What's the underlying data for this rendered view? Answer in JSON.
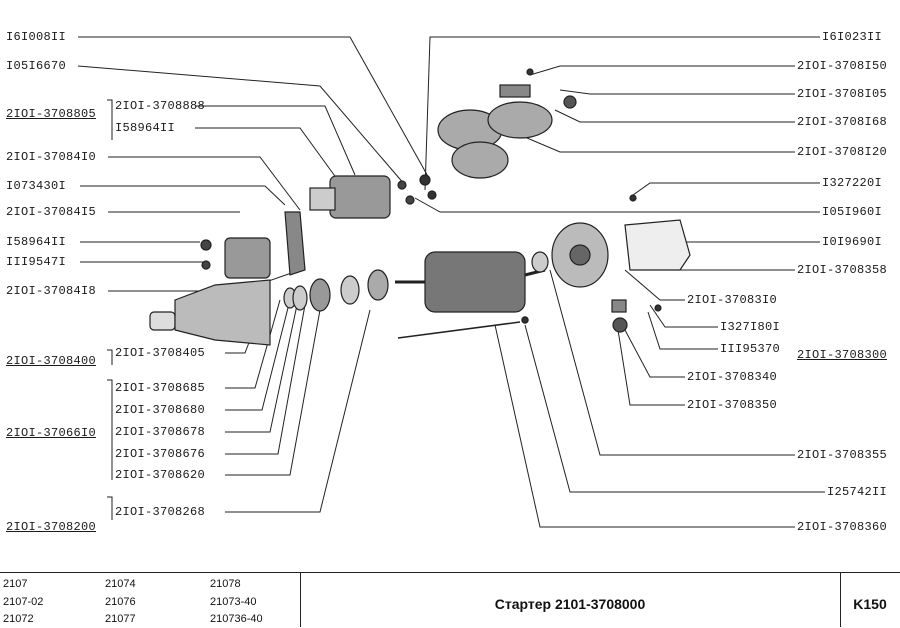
{
  "labels_left": {
    "p161008": "I6I008II",
    "p105166": "I05I6670",
    "p2101_3708805": "2IOI-3708805",
    "p2101_3708888": "2IOI-3708888",
    "p158964_a": "I58964II",
    "p2101_3708410": "2IOI-37084I0",
    "p107343": "I073430I",
    "p2101_3708415": "2IOI-37084I5",
    "p158964_b": "I58964II",
    "p111954": "III9547I",
    "p2101_3708418": "2IOI-37084I8",
    "p2101_3708400": "2IOI-3708400",
    "p2101_3708405": "2IOI-3708405",
    "p2101_3708685": "2IOI-3708685",
    "p2101_3708680": "2IOI-3708680",
    "p2101_3706610": "2IOI-37066I0",
    "p2101_3708678": "2IOI-3708678",
    "p2101_3708676": "2IOI-3708676",
    "p2101_3708620": "2IOI-3708620",
    "p2101_3708200": "2IOI-3708200",
    "p2101_3708268": "2IOI-3708268"
  },
  "labels_right": {
    "p161023": "I6I023II",
    "p2101_3708150": "2IOI-3708I50",
    "p2101_3708105": "2IOI-3708I05",
    "p2101_3708168": "2IOI-3708I68",
    "p2101_3708120": "2IOI-3708I20",
    "p132722": "I327220I",
    "p105196": "I05I960I",
    "p101969": "I0I9690I",
    "p2101_3708358": "2IOI-3708358",
    "p2101_3708310": "2IOI-37083I0",
    "p132718": "I327I80I",
    "p111953": "III95370",
    "p2101_3708300": "2IOI-3708300",
    "p2101_3708340": "2IOI-3708340",
    "p2101_3708350": "2IOI-3708350",
    "p2101_3708355": "2IOI-3708355",
    "p125742": "I25742II",
    "p2101_3708360": "2IOI-3708360"
  },
  "footer": {
    "models": [
      [
        "2107",
        "21074",
        "21078"
      ],
      [
        "2107-02",
        "21076",
        "21073-40"
      ],
      [
        "21072",
        "21077",
        "210736-40"
      ]
    ],
    "title": "Стартер 2101-3708000",
    "page_code": "K150"
  }
}
